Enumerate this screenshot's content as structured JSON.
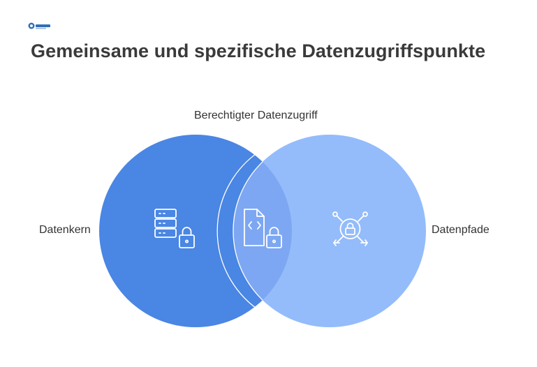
{
  "title": "Gemeinsame und spezifische Datenzugriffspunkte",
  "labels": {
    "top": "Berechtigter Datenzugriff",
    "left": "Datenkern",
    "right": "Datenpfade"
  },
  "colors": {
    "left_circle": "#4a86e3",
    "right_circle": "#94bcfb",
    "overlap": "#7da7f2",
    "icon_stroke": "#ffffff"
  },
  "icons": {
    "left": "server-lock-icon",
    "overlap": "code-file-lock-icon",
    "right": "network-lock-icon"
  },
  "logo": "brand-logo"
}
